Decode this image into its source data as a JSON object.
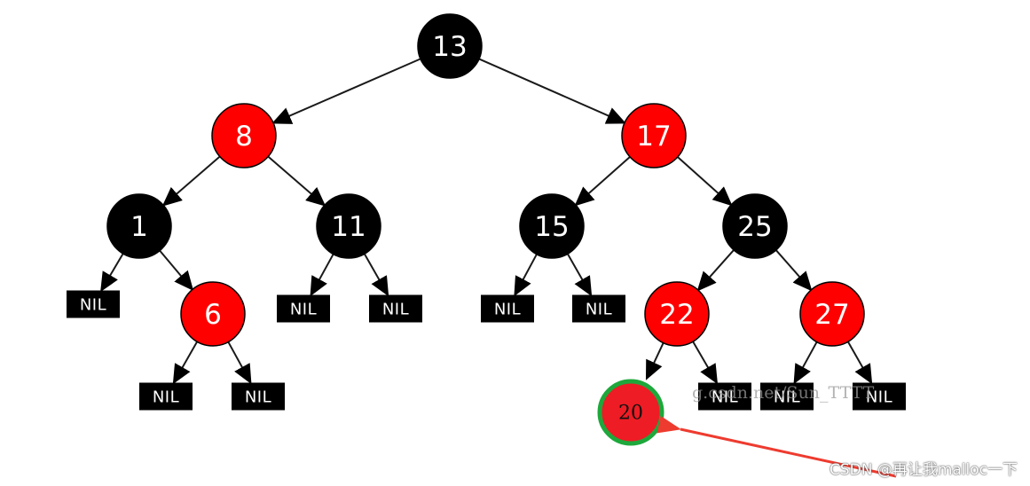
{
  "diagram": {
    "nodes": [
      {
        "id": "n13",
        "label": "13",
        "color": "black"
      },
      {
        "id": "n8",
        "label": "8",
        "color": "red"
      },
      {
        "id": "n17",
        "label": "17",
        "color": "red"
      },
      {
        "id": "n1",
        "label": "1",
        "color": "black"
      },
      {
        "id": "n11",
        "label": "11",
        "color": "black"
      },
      {
        "id": "n15",
        "label": "15",
        "color": "black"
      },
      {
        "id": "n25",
        "label": "25",
        "color": "black"
      },
      {
        "id": "n6",
        "label": "6",
        "color": "red"
      },
      {
        "id": "n22",
        "label": "22",
        "color": "red"
      },
      {
        "id": "n27",
        "label": "27",
        "color": "red"
      }
    ],
    "nil_leaves": [
      {
        "id": "nil_1L",
        "label": "NIL",
        "parent": "n1"
      },
      {
        "id": "nil_11L",
        "label": "NIL",
        "parent": "n11"
      },
      {
        "id": "nil_11R",
        "label": "NIL",
        "parent": "n11"
      },
      {
        "id": "nil_15L",
        "label": "NIL",
        "parent": "n15"
      },
      {
        "id": "nil_15R",
        "label": "NIL",
        "parent": "n15"
      },
      {
        "id": "nil_6L",
        "label": "NIL",
        "parent": "n6"
      },
      {
        "id": "nil_6R",
        "label": "NIL",
        "parent": "n6"
      },
      {
        "id": "nil_22R",
        "label": "NIL",
        "parent": "n22"
      },
      {
        "id": "nil_27L",
        "label": "NIL",
        "parent": "n27"
      },
      {
        "id": "nil_27R",
        "label": "NIL",
        "parent": "n27"
      }
    ],
    "edges": [
      [
        "n13",
        "n8"
      ],
      [
        "n13",
        "n17"
      ],
      [
        "n8",
        "n1"
      ],
      [
        "n8",
        "n11"
      ],
      [
        "n17",
        "n15"
      ],
      [
        "n17",
        "n25"
      ],
      [
        "n1",
        "nil_1L"
      ],
      [
        "n1",
        "n6"
      ],
      [
        "n11",
        "nil_11L"
      ],
      [
        "n11",
        "nil_11R"
      ],
      [
        "n15",
        "nil_15L"
      ],
      [
        "n15",
        "nil_15R"
      ],
      [
        "n25",
        "n22"
      ],
      [
        "n25",
        "n27"
      ],
      [
        "n6",
        "nil_6L"
      ],
      [
        "n6",
        "nil_6R"
      ],
      [
        "n22",
        "inserted"
      ],
      [
        "n22",
        "nil_22R"
      ],
      [
        "n27",
        "nil_27L"
      ],
      [
        "n27",
        "nil_27R"
      ]
    ],
    "inserted_node": {
      "id": "inserted",
      "label": "20",
      "fill": "#ee1c24",
      "ring": "#1ea83c"
    },
    "callout_arrow_color": "#ee3b2f",
    "colors": {
      "red": "#ff0000",
      "black": "#000000",
      "edge": "#1a1a1a"
    }
  },
  "watermark": {
    "url_text": "g.csdn.net/Sun_TTTT"
  },
  "credit": {
    "text": "CSDN @再让我malloc一下"
  }
}
